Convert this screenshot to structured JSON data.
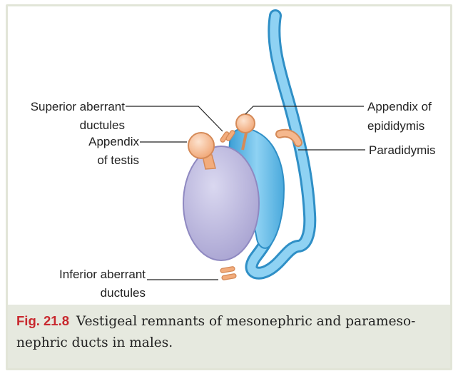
{
  "labels": {
    "superior_aberrant_1": "Superior aberrant",
    "superior_aberrant_2": "ductules",
    "appendix_testis_1": "Appendix",
    "appendix_testis_2": "of testis",
    "inferior_aberrant_1": "Inferior aberrant",
    "inferior_aberrant_2": "ductules",
    "appendix_epididymis_1": "Appendix of",
    "appendix_epididymis_2": "epididymis",
    "paradidymis": "Paradidymis"
  },
  "caption": {
    "figure_number": "Fig. 21.8",
    "text": "Vestigeal remnants of mesonephric and parameso-nephric ducts in males."
  },
  "colors": {
    "testis": "#b9b5dd",
    "duct": "#5cb4e2",
    "remnant": "#f4b48a",
    "caption_bg": "#e6e9df",
    "figure_number": "#c8282e"
  }
}
